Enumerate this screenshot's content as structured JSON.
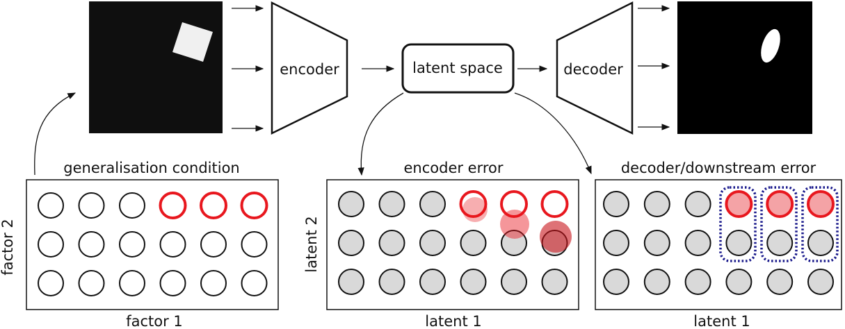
{
  "pipeline": {
    "encoder_label": "encoder",
    "latent_label": "latent space",
    "decoder_label": "decoder"
  },
  "panels": {
    "generalisation": {
      "title": "generalisation condition",
      "xlabel": "factor 1",
      "ylabel": "factor 2",
      "highlight_color": "#e8171e",
      "held_out": [
        [
          0,
          3
        ],
        [
          0,
          4
        ],
        [
          0,
          5
        ]
      ]
    },
    "encoder": {
      "title": "encoder error",
      "xlabel": "latent 1",
      "ylabel": "latent 2",
      "fill_color": "#d9d9d9",
      "highlight_color": "#e8171e",
      "held_out": [
        [
          0,
          3
        ],
        [
          0,
          4
        ],
        [
          0,
          5
        ]
      ]
    },
    "decoder": {
      "title": "decoder/downstream error",
      "xlabel": "latent 1",
      "fill_color": "#d9d9d9",
      "highlight_color": "#e8171e",
      "group_color": "#1a1a8c",
      "held_out": [
        [
          0,
          3
        ],
        [
          0,
          4
        ],
        [
          0,
          5
        ]
      ]
    }
  },
  "grid": {
    "rows": 3,
    "cols": 6
  },
  "colors": {
    "outline": "#111111",
    "red": "#e8171e",
    "pink_fill": "#f4a3a6",
    "gray_fill": "#d9d9d9",
    "navy": "#1a1a8c",
    "image_bg": "#111111"
  }
}
